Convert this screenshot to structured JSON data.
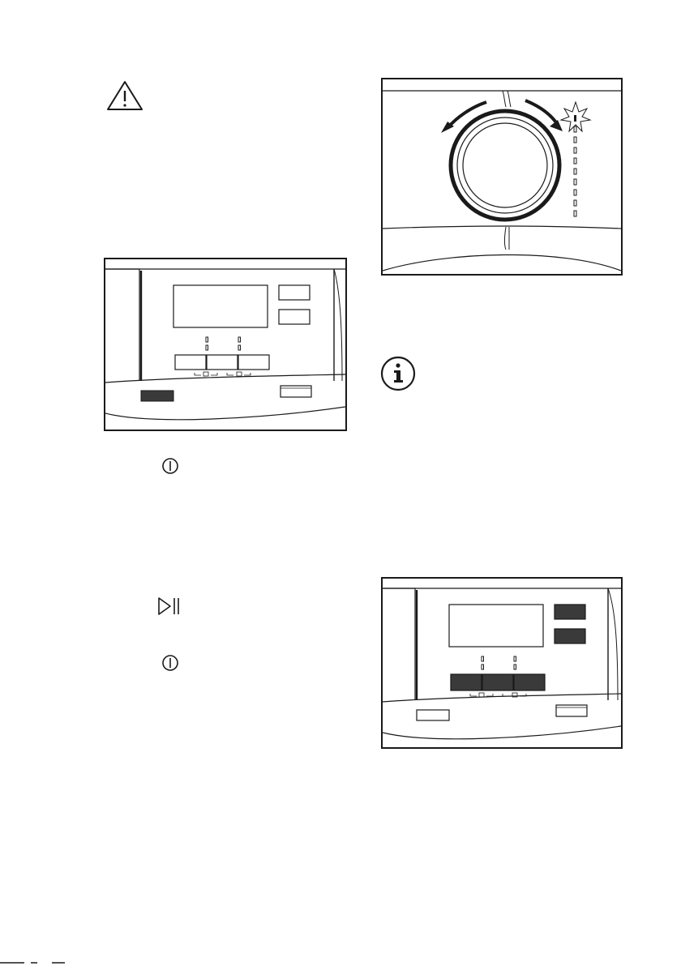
{
  "page": {
    "icons": {
      "warning": "warning-triangle-icon",
      "info": "info-circle-icon",
      "power_1": "power-button-symbol-icon",
      "start_pause": "start-pause-symbol-icon",
      "power_2": "power-button-symbol-icon"
    },
    "figures": [
      {
        "id": "control-panel-1",
        "state": "power button dark, all other buttons outlined"
      },
      {
        "id": "program-dial",
        "state": "dial with two rotation arrows and lit indicator"
      },
      {
        "id": "control-panel-2",
        "state": "buttons dark, power button outlined"
      }
    ]
  }
}
